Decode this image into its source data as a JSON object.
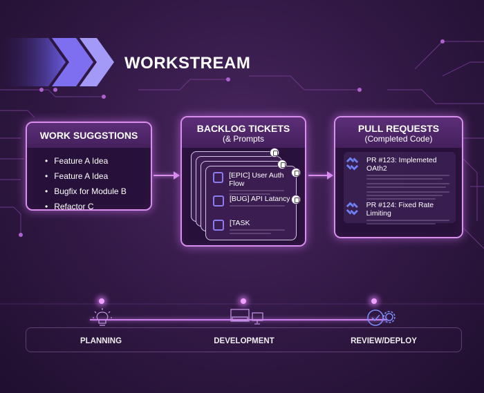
{
  "header": {
    "title": "WORKSTREAM"
  },
  "suggestions": {
    "title": "WORK SUGGSTIONS",
    "items": [
      "Feature A Idea",
      "Feature A Idea",
      "Bugfix for Module B",
      "Refactor C"
    ]
  },
  "backlog": {
    "title": "BACKLOG TICKETS",
    "subtitle": "(& Prompts",
    "tickets": [
      "[EPIC] User Auth Flow",
      "[BUG] API Latancy",
      "[TASK"
    ]
  },
  "pulls": {
    "title": "PULL REQUESTS",
    "subtitle": "(Completed Code)",
    "items": [
      "PR #123: Implemeted OAth2",
      "PR #124: Fixed Rate Limiting"
    ]
  },
  "timeline": {
    "phases": [
      "PLANNING",
      "DEVELOPMENT",
      "REVIEW/DEPLOY"
    ]
  },
  "colors": {
    "accent": "#d98ef0",
    "icon": "#7b8cf5",
    "chevron": "#8a7cf5"
  }
}
